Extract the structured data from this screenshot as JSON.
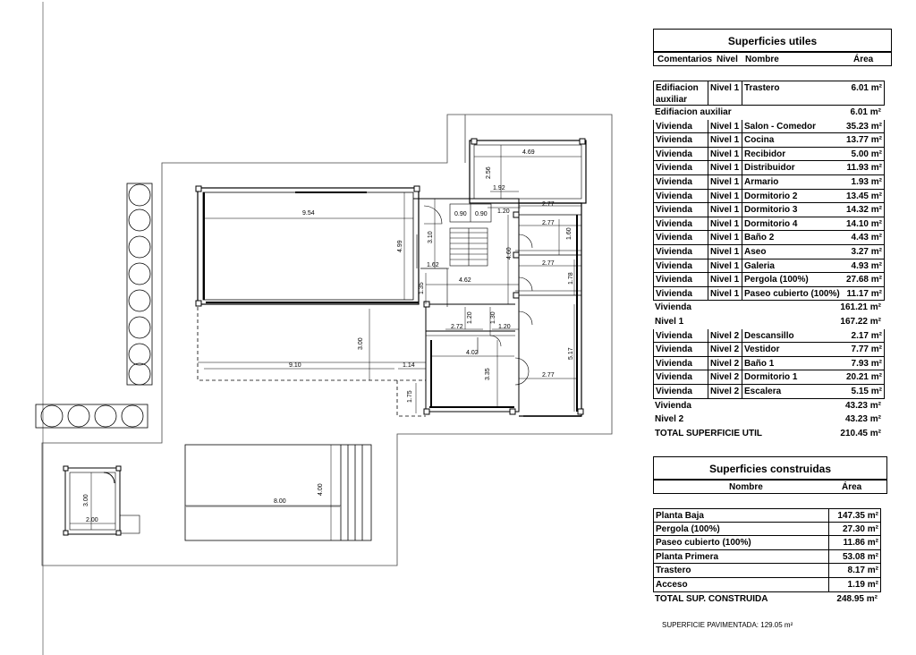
{
  "plan": {
    "dims": {
      "d954": "9.54",
      "d499": "4.99",
      "d310": "3.10",
      "d162": "1.62",
      "d135": "1.35",
      "d462": "4.62",
      "d090a": "0.90",
      "d090b": "0.90",
      "d120a": "1.20",
      "d192": "1.92",
      "d256": "2.56",
      "d469": "4.69",
      "d277a": "2.77",
      "d277b": "2.77",
      "d160": "1.60",
      "d460": "4.60",
      "d277c": "2.77",
      "d178": "1.78",
      "d517": "5.17",
      "d272": "2.72",
      "d120b": "1.20",
      "d130": "1.30",
      "d120c": "1.20",
      "d402": "4.02",
      "d335": "3.35",
      "d277d": "2.77",
      "d300": "3.00",
      "d910": "9.10",
      "d114": "1.14",
      "d175": "1.75",
      "d300b": "3.00",
      "d200": "2.00",
      "d800": "8.00",
      "d400": "4.00"
    }
  },
  "utiles": {
    "title": "Superficies utiles",
    "headers": {
      "comentarios": "Comentarios",
      "nivel": "Nivel",
      "nombre": "Nombre",
      "area": "Área"
    },
    "rows": [
      {
        "c": "Edifiacion auxiliar",
        "n": "Nivel 1",
        "name": "Trastero",
        "a": "6.01 m²"
      },
      {
        "c": "Edifiacion auxiliar",
        "n": "",
        "name": "",
        "a": "6.01 m²",
        "total": true
      },
      {
        "c": "Vivienda",
        "n": "Nivel 1",
        "name": "Salon - Comedor",
        "a": "35.23 m²"
      },
      {
        "c": "Vivienda",
        "n": "Nivel 1",
        "name": "Cocina",
        "a": "13.77 m²"
      },
      {
        "c": "Vivienda",
        "n": "Nivel 1",
        "name": "Recibidor",
        "a": "5.00 m²"
      },
      {
        "c": "Vivienda",
        "n": "Nivel 1",
        "name": "Distribuidor",
        "a": "11.93 m²"
      },
      {
        "c": "Vivienda",
        "n": "Nivel 1",
        "name": "Armario",
        "a": "1.93 m²"
      },
      {
        "c": "Vivienda",
        "n": "Nivel 1",
        "name": "Dormitorio 2",
        "a": "13.45 m²"
      },
      {
        "c": "Vivienda",
        "n": "Nivel 1",
        "name": "Dormitorio 3",
        "a": "14.32 m²"
      },
      {
        "c": "Vivienda",
        "n": "Nivel 1",
        "name": "Dormitorio 4",
        "a": "14.10 m²"
      },
      {
        "c": "Vivienda",
        "n": "Nivel 1",
        "name": "Baño 2",
        "a": "4.43 m²"
      },
      {
        "c": "Vivienda",
        "n": "Nivel 1",
        "name": "Aseo",
        "a": "3.27 m²"
      },
      {
        "c": "Vivienda",
        "n": "Nivel 1",
        "name": "Galeria",
        "a": "4.93 m²"
      },
      {
        "c": "Vivienda",
        "n": "Nivel 1",
        "name": "Pergola (100%)",
        "a": "27.68 m²"
      },
      {
        "c": "Vivienda",
        "n": "Nivel 1",
        "name": "Paseo cubierto (100%)",
        "a": "11.17 m²"
      },
      {
        "c": "Vivienda",
        "n": "",
        "name": "",
        "a": "161.21 m²",
        "total": true
      },
      {
        "c": "Nivel 1",
        "n": "",
        "name": "",
        "a": "167.22 m²",
        "total": true
      },
      {
        "c": "Vivienda",
        "n": "Nivel 2",
        "name": "Descansillo",
        "a": "2.17 m²"
      },
      {
        "c": "Vivienda",
        "n": "Nivel 2",
        "name": "Vestidor",
        "a": "7.77 m²"
      },
      {
        "c": "Vivienda",
        "n": "Nivel 2",
        "name": "Baño 1",
        "a": "7.93 m²"
      },
      {
        "c": "Vivienda",
        "n": "Nivel 2",
        "name": "Dormitorio 1",
        "a": "20.21 m²"
      },
      {
        "c": "Vivienda",
        "n": "Nivel 2",
        "name": "Escalera",
        "a": "5.15 m²"
      },
      {
        "c": "Vivienda",
        "n": "",
        "name": "",
        "a": "43.23 m²",
        "total": true
      },
      {
        "c": "Nivel 2",
        "n": "",
        "name": "",
        "a": "43.23 m²",
        "total": true
      },
      {
        "c": "TOTAL SUPERFICIE UTIL",
        "n": "",
        "name": "",
        "a": "210.45 m²",
        "total": true
      }
    ]
  },
  "construidas": {
    "title": "Superficies construidas",
    "headers": {
      "nombre": "Nombre",
      "area": "Área"
    },
    "rows": [
      {
        "name": "Planta Baja",
        "a": "147.35 m²"
      },
      {
        "name": "Pergola (100%)",
        "a": "27.30 m²"
      },
      {
        "name": "Paseo cubierto (100%)",
        "a": "11.86 m²"
      },
      {
        "name": "Planta Primera",
        "a": "53.08 m²"
      },
      {
        "name": "Trastero",
        "a": "8.17 m²"
      },
      {
        "name": "Acceso",
        "a": "1.19 m²"
      },
      {
        "name": "TOTAL SUP. CONSTRUIDA",
        "a": "248.95 m²",
        "total": true
      }
    ]
  },
  "footnote": "SUPERFICIE PAVIMENTADA: 129.05 m²"
}
